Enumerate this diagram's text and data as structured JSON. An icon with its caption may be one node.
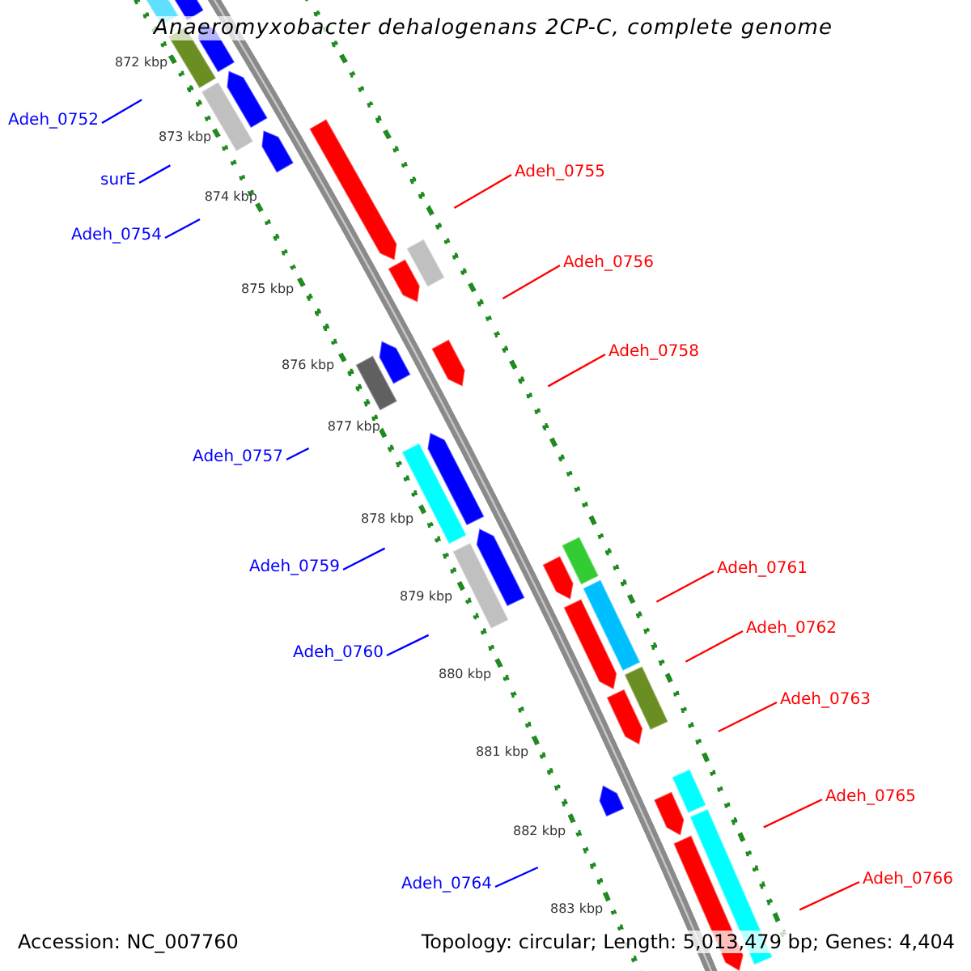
{
  "diagram": {
    "title": "Anaeromyxobacter dehalogenans 2CP-C, complete genome",
    "nodes": [
      {
        "text": [
          "Adeh_0752"
        ]
      },
      {
        "text": [
          "Adeh_0755"
        ]
      },
      {
        "text": [
          "surE"
        ]
      },
      {
        "text": [
          "Adeh_0754"
        ]
      },
      {
        "text": [
          "Adeh_0756"
        ]
      },
      {
        "text": [
          "Adeh_0758"
        ]
      },
      {
        "text": [
          "Adeh_0757"
        ]
      },
      {
        "text": [
          "Adeh_0759"
        ]
      },
      {
        "text": [
          "Adeh_0761"
        ]
      },
      {
        "text": [
          "Adeh_0762"
        ]
      },
      {
        "text": [
          "Adeh_0760"
        ]
      },
      {
        "text": [
          "Adeh_0763"
        ]
      },
      {
        "text": [
          "Adeh_0765"
        ]
      },
      {
        "text": [
          "Adeh_0766"
        ]
      },
      {
        "text": [
          "Adeh_0764"
        ]
      }
    ],
    "edges": [
      {
        "from": 0,
        "to": null,
        "arrow": "none",
        "color": "#0000ff"
      },
      {
        "from": 1,
        "to": null,
        "arrow": "none"
      },
      {
        "from": 2,
        "to": null,
        "arrow": "none",
        "color": "#0000ff"
      },
      {
        "from": 3,
        "to": null,
        "arrow": "none",
        "color": "#0000ff"
      },
      {
        "from": 4,
        "to": null,
        "arrow": "none"
      },
      {
        "from": 5,
        "to": null,
        "arrow": "none"
      },
      {
        "from": 6,
        "to": null,
        "arrow": "none",
        "color": "#0000ff"
      },
      {
        "from": 7,
        "to": null,
        "arrow": "none",
        "color": "#0000ff"
      },
      {
        "from": 8,
        "to": null,
        "arrow": "none"
      },
      {
        "from": 9,
        "to": null,
        "arrow": "none"
      },
      {
        "from": 10,
        "to": null,
        "arrow": "none",
        "color": "#0000ff"
      },
      {
        "from": 11,
        "to": null,
        "arrow": "none"
      },
      {
        "from": 12,
        "to": null,
        "arrow": "none"
      },
      {
        "from": 13,
        "to": null,
        "arrow": "none"
      },
      {
        "from": 14,
        "to": null,
        "arrow": "none",
        "color": "#0000ff"
      }
    ],
    "labels": [
      "872 kbp",
      "873 kbp",
      "874 kbp",
      "875 kbp",
      "876 kbp",
      "877 kbp",
      "878 kbp",
      "879 kbp",
      "880 kbp",
      "881 kbp",
      "882 kbp",
      "883 kbp",
      "Accession: NC_007760",
      "Topology: circular; Length: 5,013,479 bp; Genes: 4,404"
    ]
  }
}
